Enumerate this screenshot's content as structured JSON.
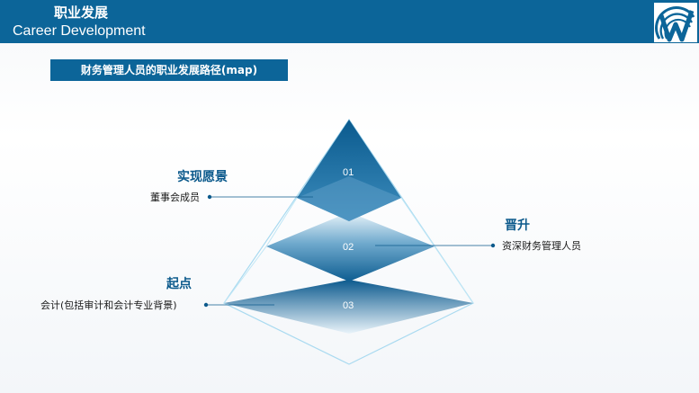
{
  "header": {
    "title": "职业发展",
    "subtitle": "Career Development",
    "logo_icon": "w-logo-icon"
  },
  "section": {
    "title": "财务管理人员的职业发展路径(map)"
  },
  "pyramid": {
    "levels": [
      {
        "number": "01",
        "heading": "实现愿景",
        "description": "董事会成员"
      },
      {
        "number": "02",
        "heading": "晋升",
        "description": "资深财务管理人员"
      },
      {
        "number": "03",
        "heading": "起点",
        "description": "会计(包括审计和会计专业背景)"
      }
    ]
  },
  "colors": {
    "brand": "#0c6599",
    "heading_text": "#0c5a8c",
    "outline": "#9fd4ec"
  }
}
